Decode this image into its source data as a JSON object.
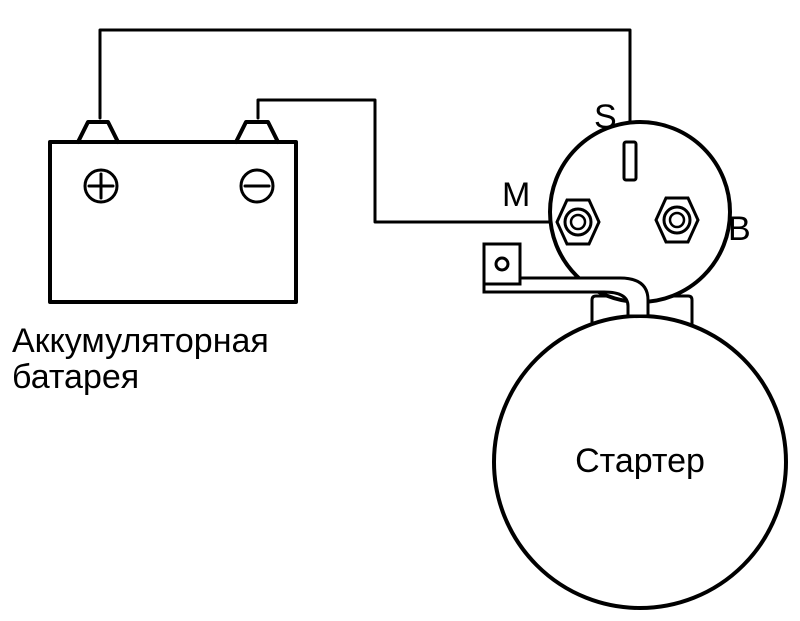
{
  "battery": {
    "label_line1": "Аккумуляторная",
    "label_line2": "батарея",
    "positive_symbol": "⊕",
    "negative_symbol": "⊖"
  },
  "solenoid": {
    "terminal_s": "S",
    "terminal_m": "M",
    "terminal_b": "B"
  },
  "starter": {
    "label": "Стартер"
  },
  "colors": {
    "line": "#000000",
    "background": "#ffffff"
  }
}
